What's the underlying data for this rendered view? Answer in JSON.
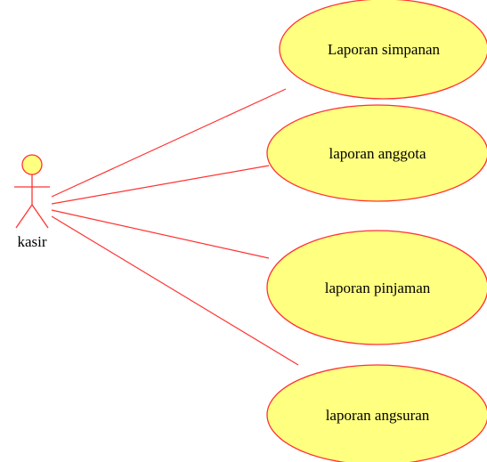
{
  "colors": {
    "line": "#ff3333",
    "use_case_fill": "#ffff80",
    "use_case_stroke": "#ff3333",
    "actor_fill": "#ffff80",
    "text": "#000000",
    "background": "#ffffff"
  },
  "actor": {
    "label": "kasir"
  },
  "use_cases": [
    {
      "label": "Laporan simpanan"
    },
    {
      "label": "laporan anggota"
    },
    {
      "label": "laporan pinjaman"
    },
    {
      "label": "laporan angsuran"
    }
  ]
}
